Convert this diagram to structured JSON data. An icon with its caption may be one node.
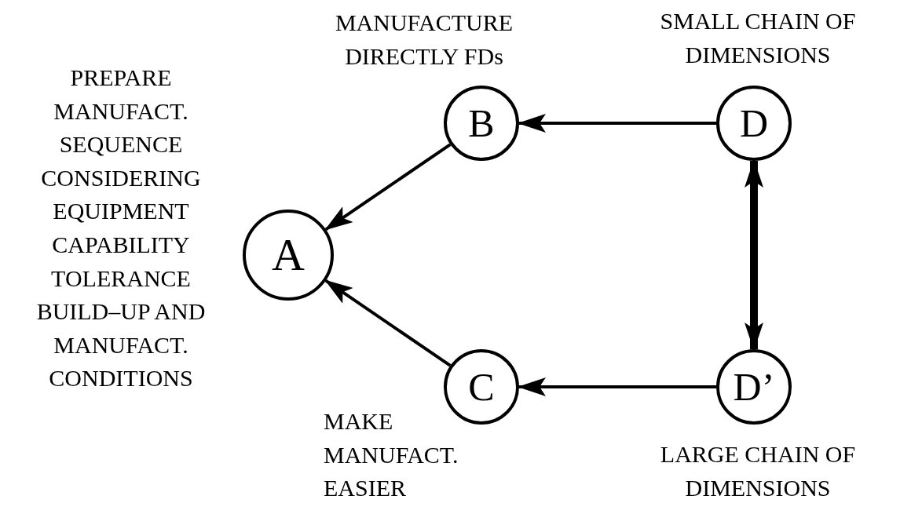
{
  "diagram": {
    "nodes": [
      {
        "text": [
          "A"
        ],
        "beside": [
          "PREPARE MANUFACT. SEQUENCE CONSIDERING EQUIPMENT CAPABILITY TOLERANCE BUILD–UP AND MANUFACT. CONDITIONS"
        ]
      },
      {
        "text": [
          "B"
        ],
        "beside": [
          "MANUFACTURE DIRECTLY FDs"
        ]
      },
      {
        "text": [
          "C"
        ],
        "beside": [
          "MAKE MANUFACT. EASIER"
        ]
      },
      {
        "text": [
          "D"
        ],
        "beside": [
          "SMALL CHAIN OF DIMENSIONS"
        ]
      },
      {
        "text": [
          "D’"
        ],
        "beside": [
          "LARGE CHAIN OF DIMENSIONS"
        ]
      }
    ],
    "edges": [
      {
        "from": 1,
        "to": 0,
        "arrow": "to"
      },
      {
        "from": 2,
        "to": 0,
        "arrow": "to"
      },
      {
        "from": 3,
        "to": 1,
        "arrow": "to"
      },
      {
        "from": 4,
        "to": 2,
        "arrow": "to"
      },
      {
        "from": 3,
        "to": 4,
        "arrow": "both",
        "style": "thick"
      }
    ]
  }
}
